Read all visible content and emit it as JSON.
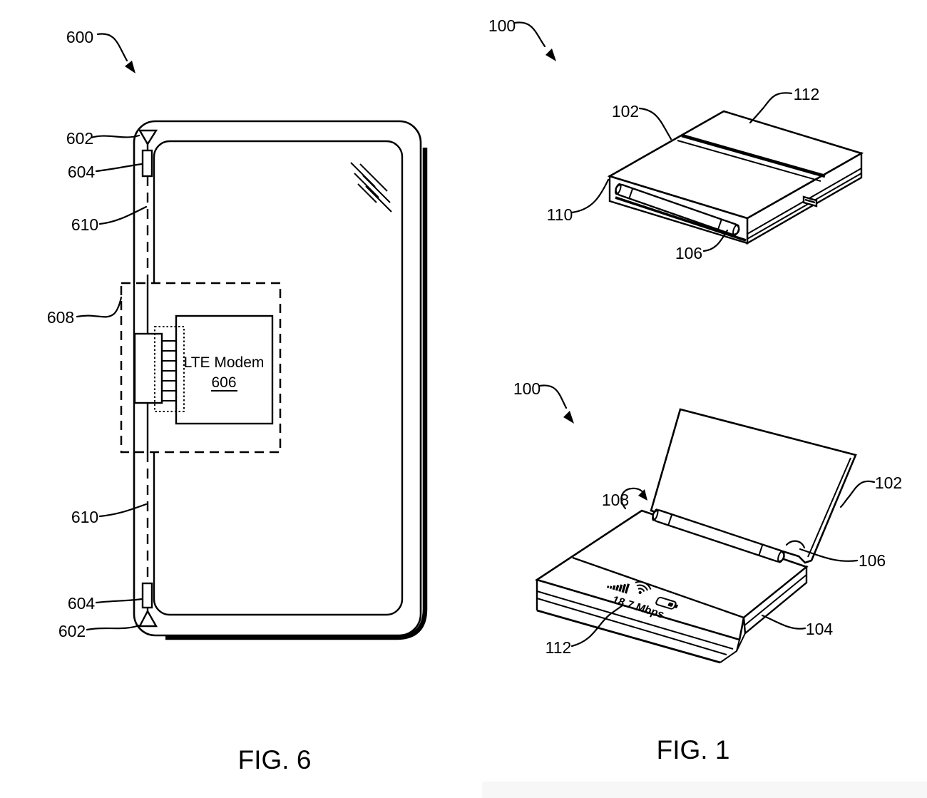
{
  "page": {
    "background": "#ffffff",
    "line_color": "#000000",
    "footer_band_color": "#f7f7f7"
  },
  "fig6": {
    "caption": "FIG. 6",
    "labels": {
      "assembly": "600",
      "antenna_symbol_top": "602",
      "filter_top": "604",
      "feed_line_top": "610",
      "module_box": "608",
      "feed_line_bottom": "610",
      "filter_bottom": "604",
      "antenna_symbol_bottom": "602"
    },
    "modem": {
      "name": "LTE Modem",
      "ref": "606"
    }
  },
  "fig1": {
    "caption": "FIG. 1",
    "closed": {
      "device": "100",
      "first_portion": "102",
      "display_strip": "112",
      "front_edge": "110",
      "hinge": "106"
    },
    "open": {
      "device": "100",
      "hinge_left": "108",
      "first_portion": "102",
      "hinge_right": "106",
      "second_portion": "104",
      "display_strip": "112",
      "status_text": "18.7 Mbps"
    },
    "icons": {
      "signal": "signal-bars-icon",
      "wifi": "wifi-icon",
      "battery": "battery-icon"
    }
  }
}
